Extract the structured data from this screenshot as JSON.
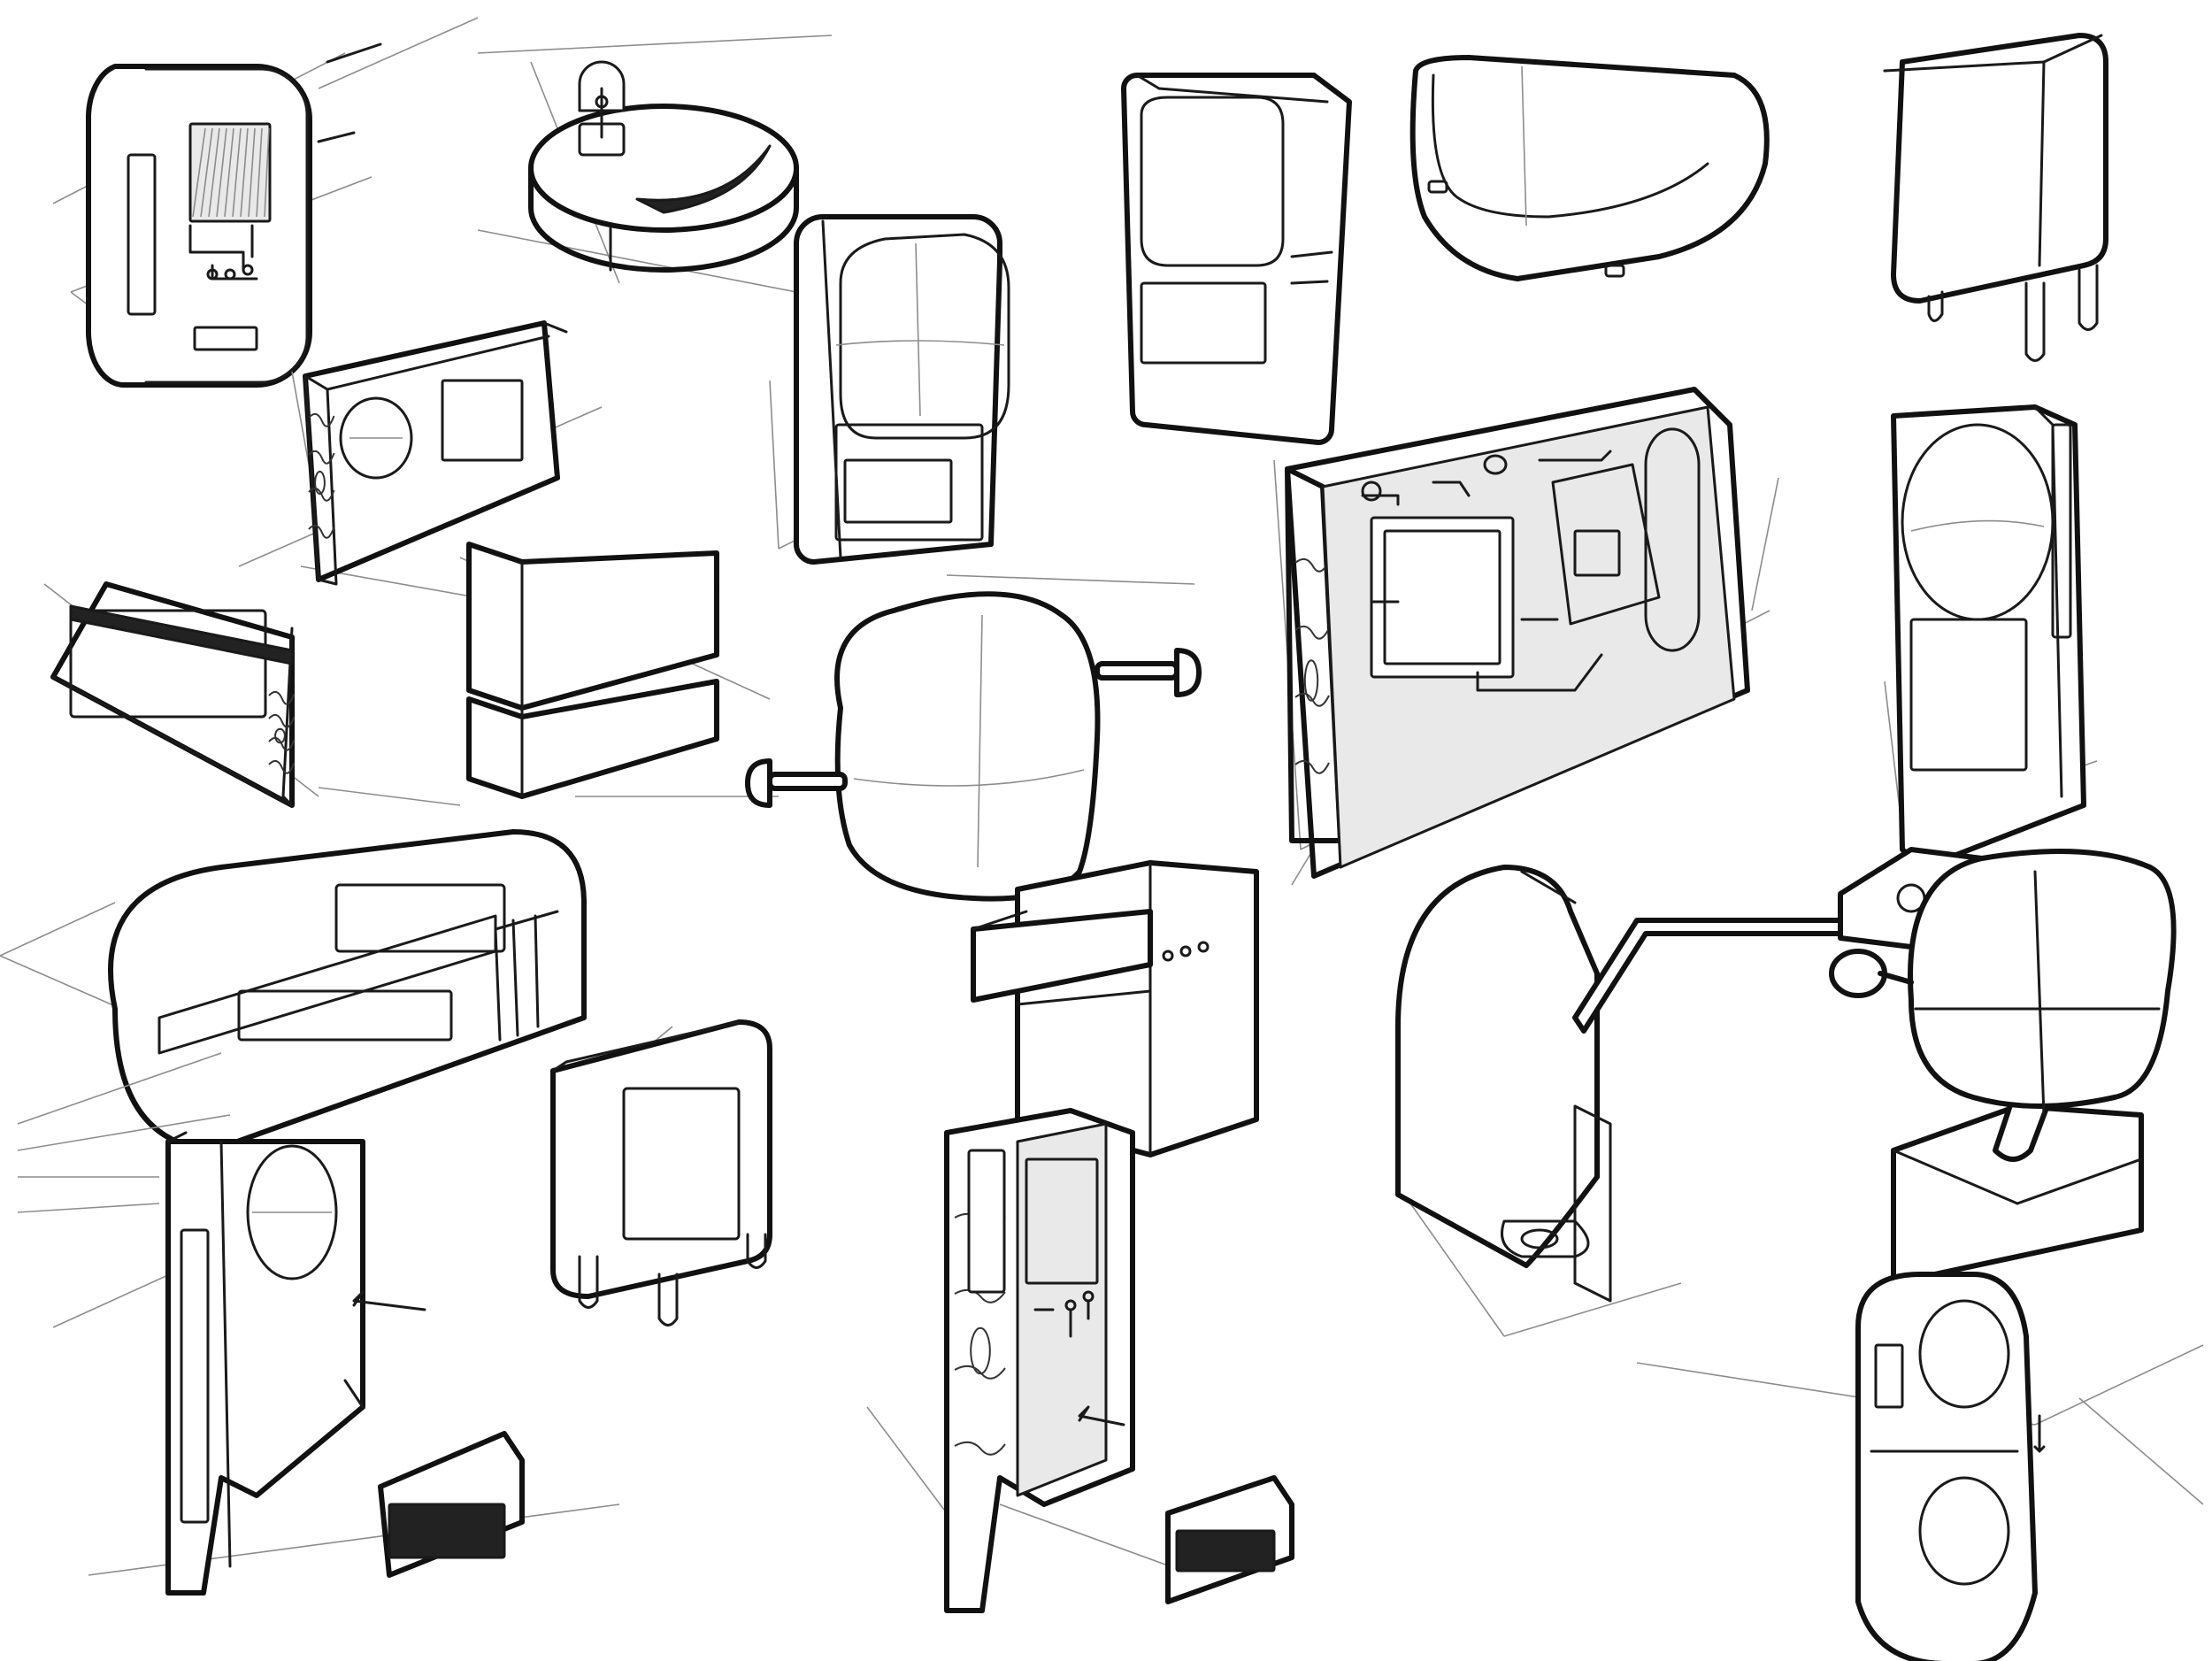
{
  "sheet": {
    "background": "#ffffff",
    "ink": "#111111",
    "construction_ink": "#8c8c8c",
    "glass_shade": "#e9e9e9",
    "sketches": [
      {
        "id": "pill-device-circuit",
        "icon": "pill-device-icon"
      },
      {
        "id": "round-base-dome",
        "icon": "dome-lamp-icon"
      },
      {
        "id": "wood-box-radio",
        "icon": "radio-box-icon"
      },
      {
        "id": "crt-tv-tall",
        "icon": "crt-tv-icon"
      },
      {
        "id": "crt-tv-angled",
        "icon": "crt-tv-icon"
      },
      {
        "id": "pill-speaker-wide",
        "icon": "speaker-icon"
      },
      {
        "id": "cube-speaker-legs",
        "icon": "cube-speaker-icon"
      },
      {
        "id": "wedge-display-wood",
        "icon": "wedge-display-icon"
      },
      {
        "id": "stacked-blocks",
        "icon": "stacked-blocks-icon"
      },
      {
        "id": "tv-on-axle",
        "icon": "axle-tv-icon"
      },
      {
        "id": "circuit-frame-wood",
        "icon": "circuit-panel-icon"
      },
      {
        "id": "tower-speaker-round",
        "icon": "tower-speaker-icon"
      },
      {
        "id": "curved-console",
        "icon": "console-icon"
      },
      {
        "id": "cube-tv-legs",
        "icon": "cube-tv-icon"
      },
      {
        "id": "shelf-unit-knobs",
        "icon": "shelf-unit-icon"
      },
      {
        "id": "monitor-arm-tower",
        "icon": "monitor-arm-icon"
      },
      {
        "id": "tv-swivel-stand",
        "icon": "swivel-tv-icon"
      },
      {
        "id": "tall-speaker-vent",
        "icon": "tower-speaker-icon"
      },
      {
        "id": "wood-frame-glass",
        "icon": "glass-frame-icon"
      },
      {
        "id": "pill-dual-speaker",
        "icon": "dual-speaker-icon"
      }
    ]
  }
}
